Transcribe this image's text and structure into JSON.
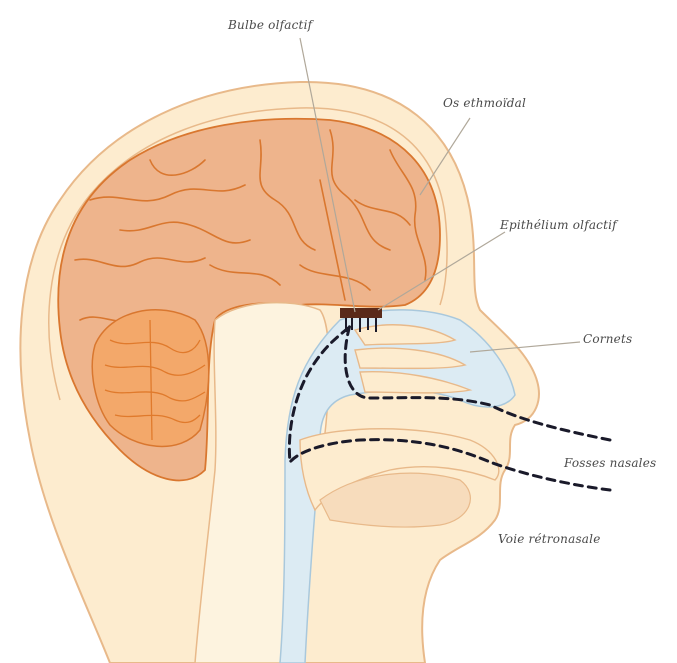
{
  "labels": {
    "bulbe": "Bulbe olfactif",
    "os": "Os ethmoïdal",
    "epithelium": "Epithélium olfactif",
    "cornets": "Cornets",
    "fosses": "Fosses nasales",
    "voie": "Voie rétronasale"
  },
  "colors": {
    "skin": "#fdeccf",
    "skin_outline": "#e8b98a",
    "brain": "#eeb48c",
    "brain_line": "#d9772f",
    "cerebellum": "#f3a86a",
    "airway": "#dcebf3",
    "leader": "#b0a89a",
    "dashes": "#1a1a2a",
    "epithelium": "#5a2a1a"
  }
}
